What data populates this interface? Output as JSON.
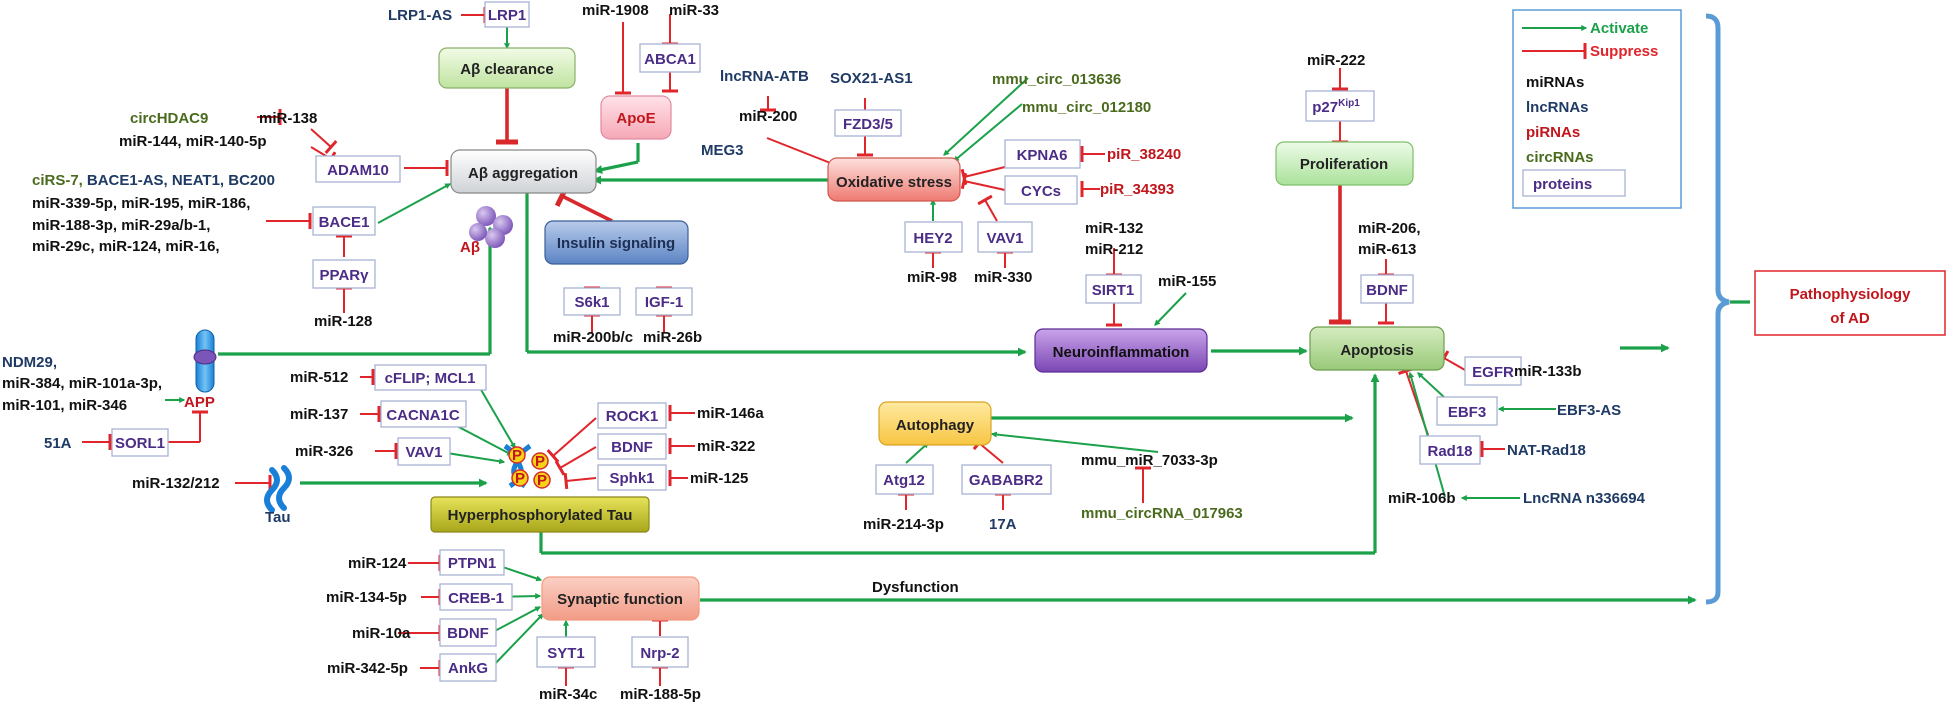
{
  "legend": {
    "activate": "Activate",
    "suppress": "Suppress",
    "mirnas": "miRNAs",
    "lncrnas": "lncRNAs",
    "pirnas": "piRNAs",
    "circrnas": "circRNAs",
    "proteins": "proteins"
  },
  "outcome": {
    "line1": "Pathophysiology",
    "line2": "of AD"
  },
  "processes": {
    "abeta_clearance": "Aβ clearance",
    "abeta_aggregation": "Aβ aggregation",
    "apoe": "ApoE",
    "oxidative_stress": "Oxidative stress",
    "insulin_signaling": "Insulin signaling",
    "neuroinflammation": "Neuroinflammation",
    "proliferation": "Proliferation",
    "apoptosis": "Apoptosis",
    "autophagy": "Autophagy",
    "hyperphosphorylated_tau": "Hyperphosphorylated Tau",
    "synaptic_function": "Synaptic function"
  },
  "labels": {
    "abeta": "Aβ",
    "app": "APP",
    "tau": "Tau",
    "dysfunction": "Dysfunction",
    "p": "P"
  },
  "proteins": {
    "lrp1": "LRP1",
    "abca1": "ABCA1",
    "adam10": "ADAM10",
    "bace1": "BACE1",
    "ppar_main": "PPAR",
    "ppar_sym": "γ",
    "fzd": "FZD3/5",
    "kpna6": "KPNA6",
    "cycs": "CYCs",
    "hey2": "HEY2",
    "vav1_ox": "VAV1",
    "s6k1": "S6k1",
    "igf1": "IGF-1",
    "sirt1": "SIRT1",
    "p27_main": "p27",
    "p27_sup": "Kip1",
    "bdnf_apop": "BDNF",
    "egfr": "EGFR",
    "ebf3": "EBF3",
    "rad18": "Rad18",
    "sorl1": "SORL1",
    "cflip": "cFLIP; MCL1",
    "cacna1c": "CACNA1C",
    "vav1_tau": "VAV1",
    "rock1": "ROCK1",
    "bdnf_tau": "BDNF",
    "sphk1": "Sphk1",
    "atg12": "Atg12",
    "gababr2": "GABABR2",
    "ptpn1": "PTPN1",
    "creb1": "CREB-1",
    "bdnf_syn": "BDNF",
    "ankg": "AnkG",
    "syt1": "SYT1",
    "nrp2": "Nrp-2"
  },
  "mirnas": {
    "mir1908": "miR-1908",
    "mir33": "miR-33",
    "mir138": "miR-138",
    "mir144": "miR-144, miR-140-5p",
    "bace_l1": "miR-339-5p, miR-195, miR-186,",
    "bace_l2": "miR-188-3p, miR-29a/b-1,",
    "bace_l3": "miR-29c, miR-124, miR-16,",
    "mir128": "miR-128",
    "mir200": "miR-200",
    "mir98": "miR-98",
    "mir330": "miR-330",
    "mir200bc": "miR-200b/c",
    "mir26b": "miR-26b",
    "mir132": "miR-132",
    "mir212": "miR-212",
    "mir155": "miR-155",
    "mir222": "miR-222",
    "mir206": "miR-206,",
    "mir613": "miR-613",
    "mir133b": "miR-133b",
    "mir106b": "miR-106b",
    "app_l2": "miR-384, miR-101a-3p,",
    "app_l3": "miR-101, miR-346",
    "mir512": "miR-512",
    "mir137": "miR-137",
    "mir326": "miR-326",
    "mir132212": "miR-132/212",
    "mir146a": "miR-146a",
    "mir322": "miR-322",
    "mir125": "miR-125",
    "mmu7033": "mmu_miR_7033-3p",
    "mir2143p": "miR-214-3p",
    "mir124_syn": "miR-124",
    "mir1345p": "miR-134-5p",
    "mir10a": "miR-10a",
    "mir3425p": "miR-342-5p",
    "mir34c": "miR-34c",
    "mir1885p": "miR-188-5p"
  },
  "lncrnas": {
    "lrp1as": "LRP1-AS",
    "bace_lnc": "BACE1-AS, NEAT1, BC200",
    "lncatb": "lncRNA-ATB",
    "sox21": "SOX21-AS1",
    "meg3": "MEG3",
    "ndm29": "NDM29,",
    "a51": "51A",
    "lnc17a": "17A",
    "ebf3as": "EBF3-AS",
    "natrad18": "NAT-Rad18",
    "n336694": "LncRNA n336694"
  },
  "pirnas": {
    "pir38240": "piR_38240",
    "pir34393": "piR_34393"
  },
  "circrnas": {
    "circhdac9": "circHDAC9",
    "cirs7": "ciRS-7,",
    "circ013636": "mmu_circ_013636",
    "circ012180": "mmu_circ_012180",
    "circ017963": "mmu_circRNA_017963"
  },
  "colors": {
    "activate": "#1aa14a",
    "suppress": "#e0252b",
    "mirna": "#111111",
    "lncrna": "#1f3a64",
    "pirna": "#c0161c",
    "circrna": "#4a6b1d",
    "protein": "#4b2c86",
    "bracket": "#5b9bd5"
  }
}
